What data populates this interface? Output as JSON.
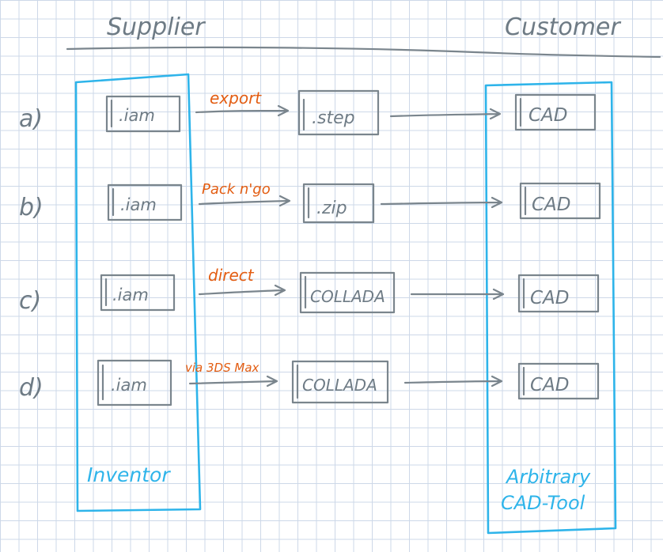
{
  "header": {
    "left": "Supplier",
    "right": "Customer"
  },
  "containers": {
    "left_label": "Inventor",
    "right_label_line1": "Arbitrary",
    "right_label_line2": "CAD-Tool"
  },
  "rows": [
    {
      "letter": "a)",
      "source": ".iam",
      "method": "export",
      "target": ".step",
      "dest": "CAD"
    },
    {
      "letter": "b)",
      "source": ".iam",
      "method": "Pack n'go",
      "target": ".zip",
      "dest": "CAD"
    },
    {
      "letter": "c)",
      "source": ".iam",
      "method": "direct",
      "target": "COLLADA",
      "dest": "CAD"
    },
    {
      "letter": "d)",
      "source": ".iam",
      "method": "via 3DS Max",
      "target": "COLLADA",
      "dest": "CAD"
    }
  ],
  "colors": {
    "ink": "#6e7b85",
    "accent_orange": "#e35d12",
    "accent_blue": "#2eb4ea",
    "grid": "#cdd8e8"
  }
}
